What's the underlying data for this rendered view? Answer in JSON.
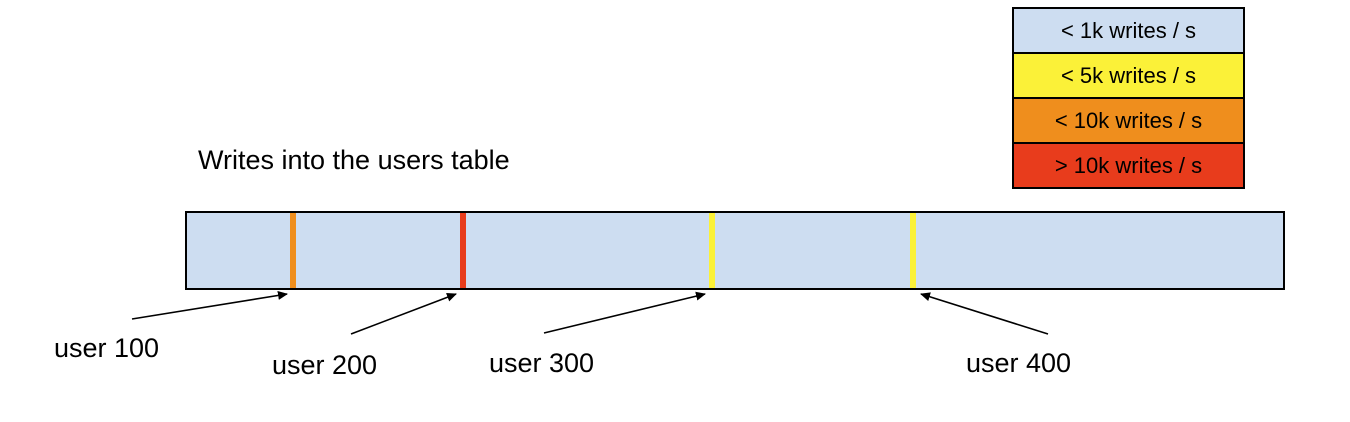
{
  "diagram": {
    "title": "Writes into the users table",
    "legend": {
      "items": [
        {
          "label": "< 1k writes / s",
          "color": "#cdddf1"
        },
        {
          "label": "< 5k writes / s",
          "color": "#fbf138"
        },
        {
          "label": "< 10k writes / s",
          "color": "#ef8e1d"
        },
        {
          "label": "> 10k writes / s",
          "color": "#e83c1c"
        }
      ]
    },
    "bar": {
      "fill": "#cdddf1",
      "border_color": "#000000"
    },
    "markers": [
      {
        "label": "user 100",
        "color": "#ef8e1d",
        "pos_pct": 9.7
      },
      {
        "label": "user 200",
        "color": "#e83c1c",
        "pos_pct": 25.2
      },
      {
        "label": "user 300",
        "color": "#fbf138",
        "pos_pct": 47.9
      },
      {
        "label": "user 400",
        "color": "#fbf138",
        "pos_pct": 66.2
      }
    ]
  }
}
